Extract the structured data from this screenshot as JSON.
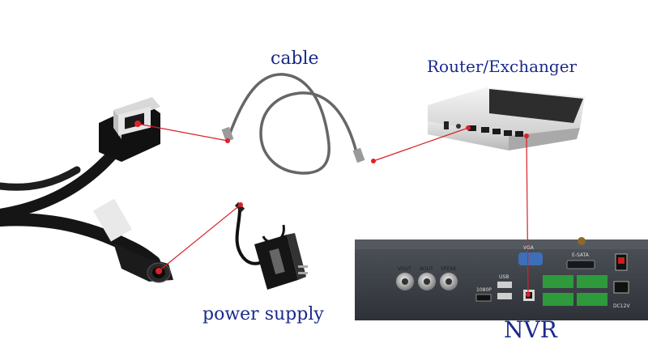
{
  "labels": {
    "cable": "cable",
    "router": "Router/Exchanger",
    "power_supply": "power supply",
    "nvr": "NVR"
  },
  "nvr_panel": {
    "vout": "VOUT",
    "aout": "AOUT",
    "speak": "SPEAK",
    "vga": "VGA",
    "esata": "E-SATA",
    "usb": "USB",
    "hdmi": "1080P",
    "dc": "DC12V"
  },
  "colors": {
    "label_text": "#1a2a8c",
    "connection_line": "#d8202a",
    "connector_dot": "#e0202a",
    "nvr_body": "#3c4046",
    "terminal_green": "#2e9a3c"
  },
  "icons": [
    "camera-connector-icon",
    "ethernet-cable-icon",
    "router-icon",
    "power-adapter-icon",
    "nvr-icon"
  ]
}
